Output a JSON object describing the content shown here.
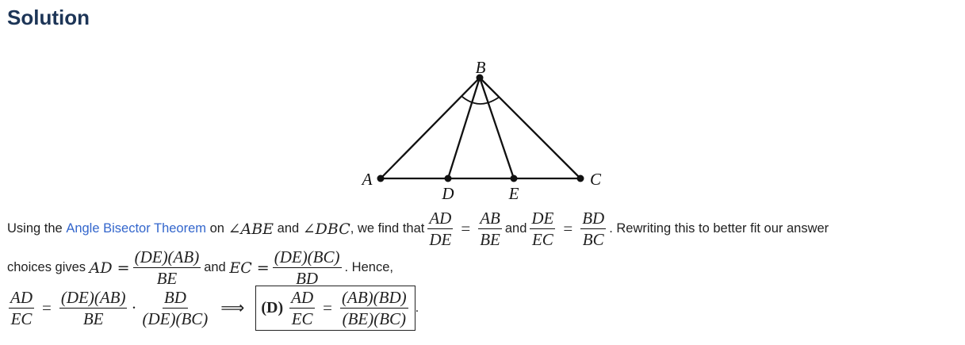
{
  "heading": "Solution",
  "diagram": {
    "labels": {
      "A": "A",
      "B": "B",
      "C": "C",
      "D": "D",
      "E": "E"
    }
  },
  "line1": {
    "t1": "Using the ",
    "link": "Angle Bisector Theorem",
    "t2": " on ",
    "m1": "∠ABE",
    "t3": " and ",
    "m2": "∠DBC",
    "t4": ", we find that ",
    "f1": {
      "num": "AD",
      "den": "DE"
    },
    "eq": "=",
    "f2": {
      "num": "AB",
      "den": "BE"
    },
    "t5": "and",
    "f3": {
      "num": "DE",
      "den": "EC"
    },
    "f4": {
      "num": "BD",
      "den": "BC"
    },
    "t6": ". Rewriting this to better fit our answer"
  },
  "line2": {
    "t1": "choices gives ",
    "m1": "AD =",
    "f1": {
      "num": "(DE)(AB)",
      "den": "BE"
    },
    "t2": " and ",
    "m2": "EC =",
    "f2": {
      "num": "(DE)(BC)",
      "den": "BD"
    },
    "t3": ". Hence,"
  },
  "line3": {
    "f1": {
      "num": "AD",
      "den": "EC"
    },
    "eq": "=",
    "f2": {
      "num": "(DE)(AB)",
      "den": "BE"
    },
    "dot": "·",
    "f3": {
      "num": "BD",
      "den": "(DE)(BC)"
    },
    "implies": "⟹",
    "answer_label": "(D)",
    "f4": {
      "num": "AD",
      "den": "EC"
    },
    "f5": {
      "num": "(AB)(BD)",
      "den": "(BE)(BC)"
    },
    "end": "."
  }
}
